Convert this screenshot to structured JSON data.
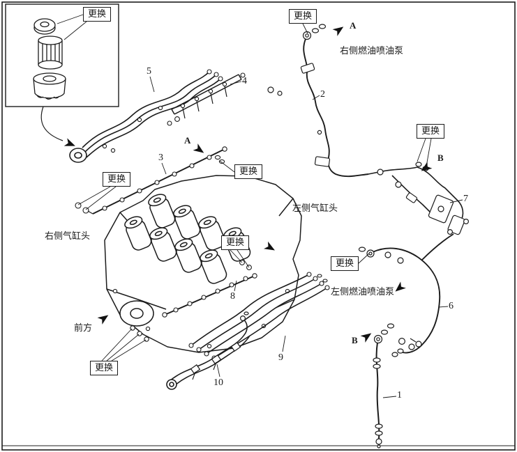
{
  "figure": {
    "type": "engine-fuel-injection-piping-parts-diagram",
    "background": "#ffffff",
    "line_color": "#1c1c1c"
  },
  "labels": {
    "replace": "更换",
    "right_fuel_injection_pump": "右侧燃油喷油泵",
    "left_cylinder_head": "左侧气缸头",
    "right_cylinder_head": "右侧气缸头",
    "left_fuel_injection_pump": "左侧燃油喷油泵",
    "front": "前方",
    "view_a": "A",
    "view_b": "B"
  },
  "part_numbers": [
    "1",
    "2",
    "3",
    "4",
    "5",
    "6",
    "7",
    "8",
    "9",
    "10"
  ]
}
